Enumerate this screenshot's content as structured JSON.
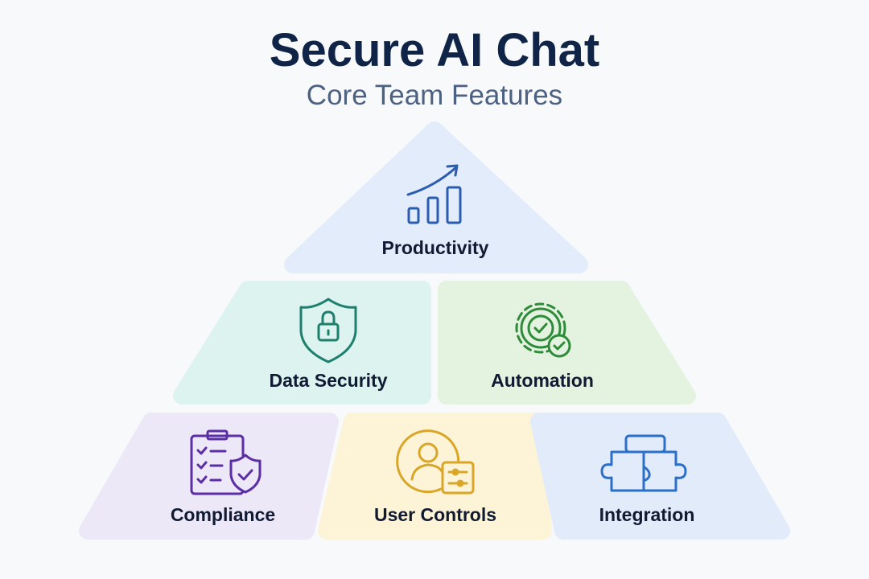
{
  "title": "Secure AI Chat",
  "subtitle": "Core Team Features",
  "tiers": [
    {
      "label": "Productivity",
      "icon": "growth-chart-icon",
      "fill": "#e3ecfa",
      "color": "#2a5db0"
    },
    {
      "label": "Data Security",
      "icon": "shield-lock-icon",
      "fill": "#ddf3ef",
      "color": "#1f7f6e"
    },
    {
      "label": "Automation",
      "icon": "gear-check-icon",
      "fill": "#e3f3df",
      "color": "#2e8b3a"
    },
    {
      "label": "Compliance",
      "icon": "clipboard-shield-icon",
      "fill": "#ece8f8",
      "color": "#5b2ea6"
    },
    {
      "label": "User Controls",
      "icon": "user-sliders-icon",
      "fill": "#fdf3d6",
      "color": "#d9a628"
    },
    {
      "label": "Integration",
      "icon": "puzzle-icon",
      "fill": "#e2ebfa",
      "color": "#2a6fc9"
    }
  ]
}
